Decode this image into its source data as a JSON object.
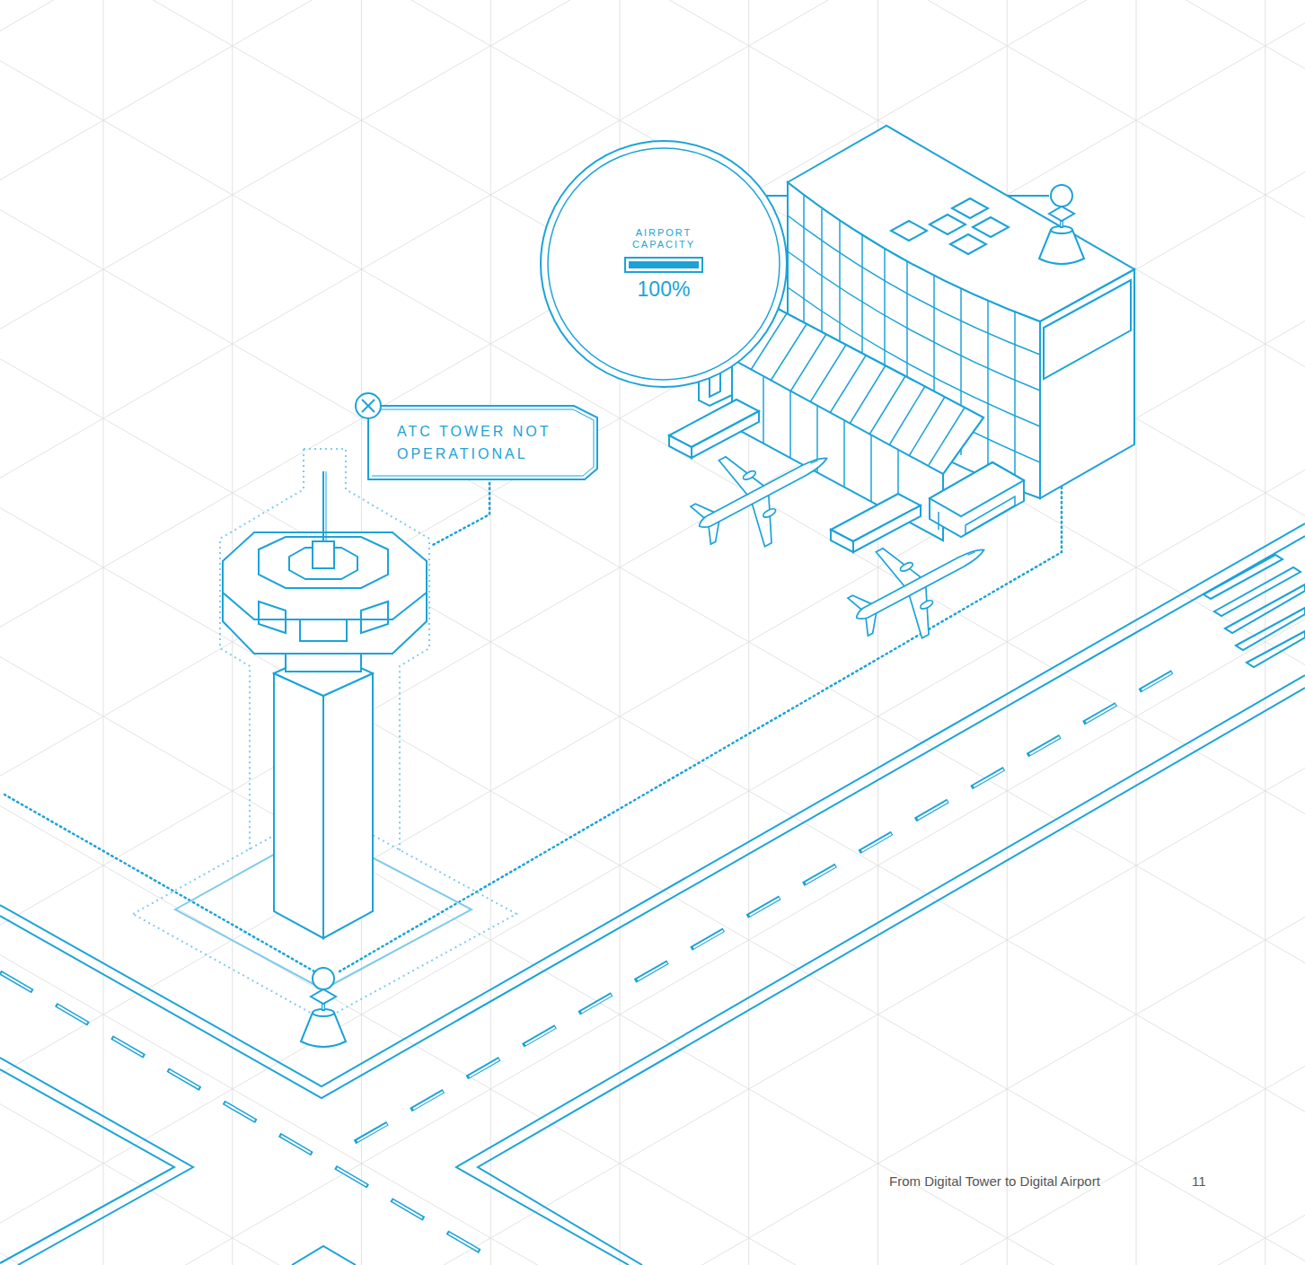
{
  "diagram": {
    "nodes": [
      {
        "text": [
          "AIRPORT CAPACITY",
          "100%"
        ]
      },
      {
        "text": [
          "ATC TOWER NOT OPERATIONAL"
        ]
      }
    ],
    "labels": [
      "From Digital Tower to Digital Airport",
      "11"
    ]
  }
}
